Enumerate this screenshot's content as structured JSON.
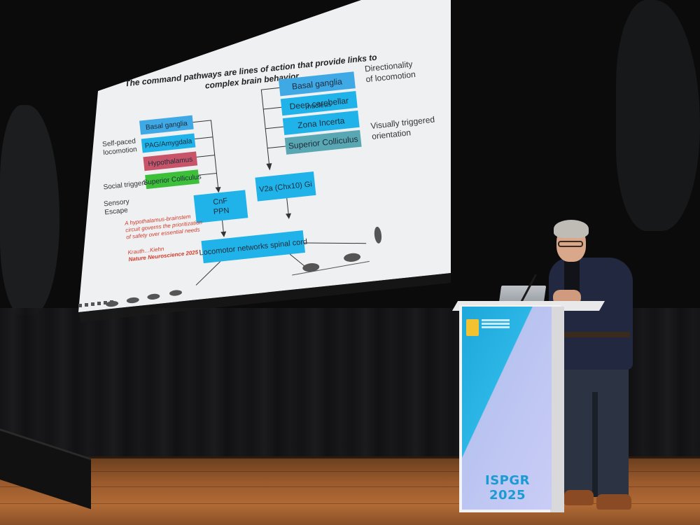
{
  "slide": {
    "title_line1": "The command pathways are lines of action that provide links to",
    "title_line2": "complex brain behavior",
    "left_boxes": [
      {
        "text": "Basal ganglia",
        "color": "#3fa9e6"
      },
      {
        "text": "PAG/Amygdala",
        "color": "#1fb3ea"
      },
      {
        "text": "Hypothalamus",
        "color": "#c8546a"
      },
      {
        "text": "Superior Colliculus",
        "color": "#3dbf3a"
      }
    ],
    "left_labels": {
      "self_paced_1": "Self-paced",
      "self_paced_2": "locomotion",
      "social": "Social triggered",
      "sensory_1": "Sensory",
      "sensory_2": "Escape"
    },
    "right_boxes": [
      {
        "text": "Basal ganglia",
        "color": "#3fa9e6"
      },
      {
        "text": "Deep cerebellar",
        "color": "#1fb3ea"
      },
      {
        "text": "Zona Incerta",
        "color": "#1fb3ea"
      },
      {
        "text": "Superior Colliculus",
        "color": "#5aa7b4"
      }
    ],
    "right_box_extra": "nucleus",
    "right_labels": {
      "direction_1": "Directionality",
      "direction_2": "of locomotion",
      "visual_1": "Visually triggered",
      "visual_2": "orientation"
    },
    "cnf_line1": "CnF",
    "cnf_line2": "PPN",
    "v2a": "V2a (Chx10) Gi",
    "spinal": "Locomotor networks spinal cord",
    "note_1": "A hypothalamus-brainstem",
    "note_2": "circuit governs the prioritization",
    "note_3": "of safety over essential needs",
    "cite_1": "Krauth…Kiehn",
    "cite_2": "Nature Neuroscience 2025",
    "colors": {
      "screen": "#eef0f2",
      "note": "#d23b2a",
      "box_text": "#1d2b3a"
    }
  },
  "podium": {
    "label": "ISPGR 2025",
    "colors": {
      "label": "#1b9bd3",
      "left": "#1ea7da",
      "right": "#c9cdf6"
    }
  }
}
